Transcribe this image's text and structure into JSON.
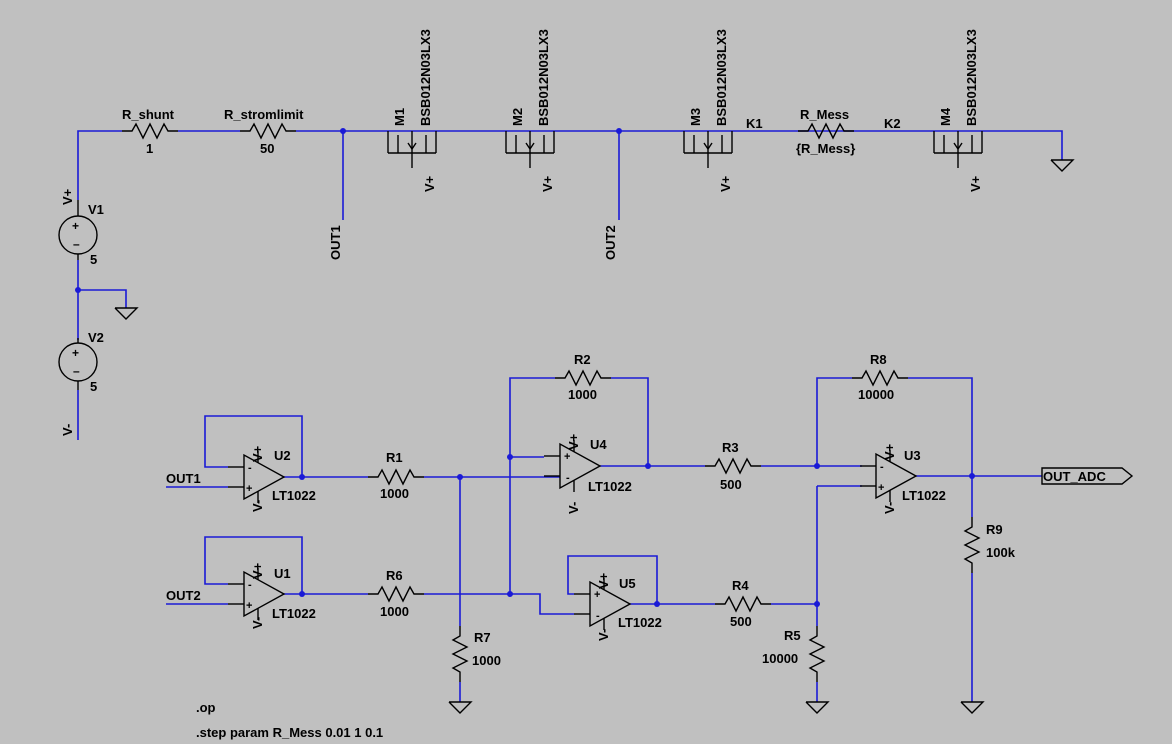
{
  "labels": {
    "r_shunt": "R_shunt",
    "r_shunt_val": "1",
    "r_strom": "R_stromlimit",
    "r_strom_val": "50",
    "m1": "M1",
    "m2": "M2",
    "m3": "M3",
    "m4": "M4",
    "mosfet_model": "BSB012N03LX3",
    "vplus": "V+",
    "vminus": "V-",
    "v1": "V1",
    "v1_val": "5",
    "v2": "V2",
    "v2_val": "5",
    "out1": "OUT1",
    "out2": "OUT2",
    "k1": "K1",
    "k2": "K2",
    "r_mess": "R_Mess",
    "r_mess_val": "{R_Mess}",
    "u1": "U1",
    "u2": "U2",
    "u3": "U3",
    "u4": "U4",
    "u5": "U5",
    "opamp_model": "LT1022",
    "r1": "R1",
    "r1_val": "1000",
    "r2": "R2",
    "r2_val": "1000",
    "r3": "R3",
    "r3_val": "500",
    "r4": "R4",
    "r4_val": "500",
    "r5": "R5",
    "r5_val": "10000",
    "r6": "R6",
    "r6_val": "1000",
    "r7": "R7",
    "r7_val": "1000",
    "r8": "R8",
    "r8_val": "10000",
    "r9": "R9",
    "r9_val": "100k",
    "out_adc": "OUT_ADC",
    "directive_op": ".op",
    "directive_step": ".step param R_Mess 0.01 1 0.1"
  },
  "colors": {
    "background": "#c0c0c0",
    "wire": "#1a1ad6",
    "symbol": "#000000"
  }
}
